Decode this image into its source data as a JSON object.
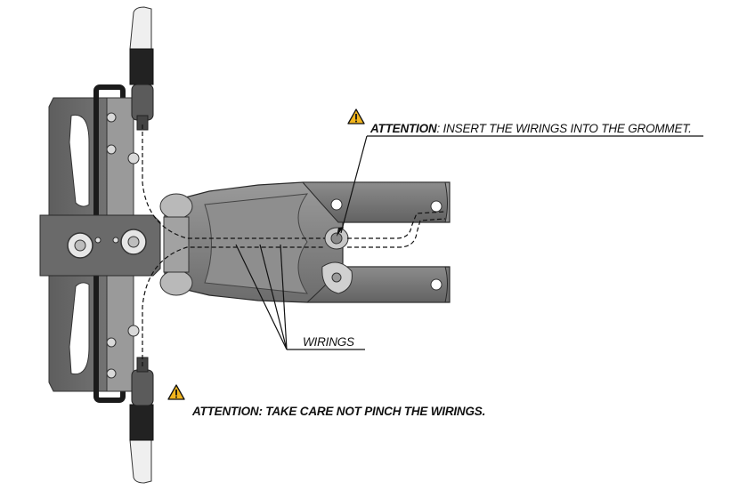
{
  "callouts": {
    "grommet": {
      "prefix": "ATTENTION",
      "text": ": INSERT THE WIRINGS INTO THE GROMMET."
    },
    "wirings": {
      "text": "WIRINGS"
    },
    "pinch": {
      "text": "ATTENTION: TAKE CARE NOT PINCH THE WIRINGS."
    }
  },
  "colors": {
    "plate": "#6f6f6f",
    "plate_dark": "#4a4a4a",
    "arm": "#8a8a8a",
    "bracket": "#7a7a7a",
    "warning_fill": "#f2b51d",
    "line": "#111111"
  },
  "icons": {
    "warning": "warning-triangle-icon"
  }
}
